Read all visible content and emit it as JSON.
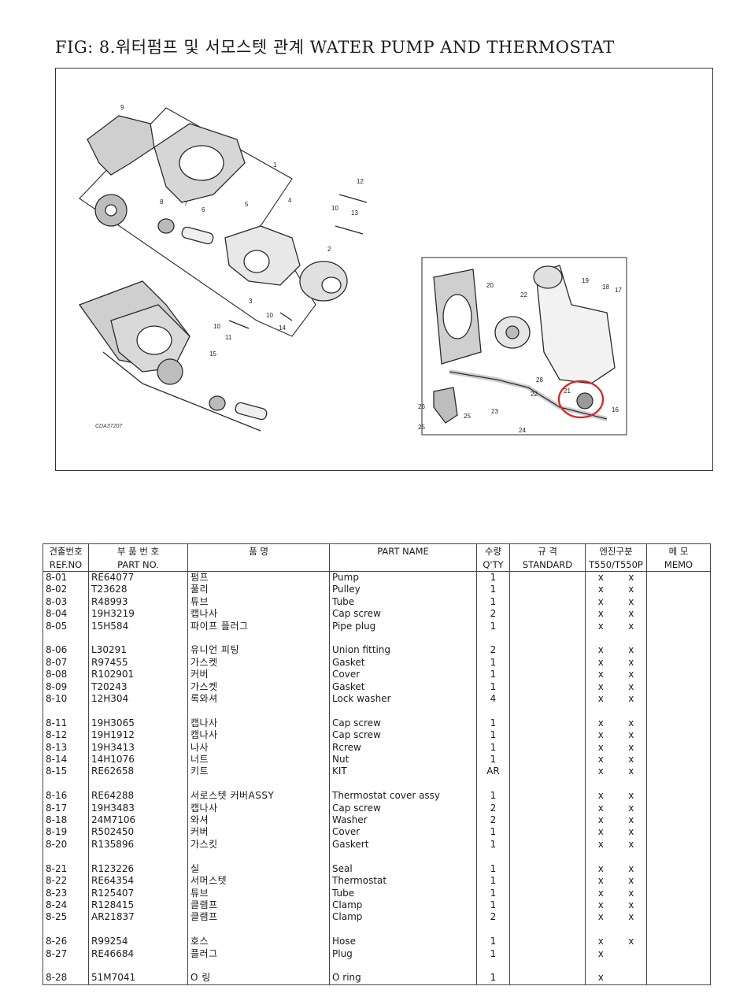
{
  "title": "FIG: 8.워터펌프 및 서모스텟 관계 WATER PUMP AND THERMOSTAT",
  "figure": {
    "code": "CDA37207",
    "callouts": [
      "1",
      "2",
      "3",
      "4",
      "5",
      "6",
      "7",
      "8",
      "9",
      "10",
      "11",
      "12",
      "13",
      "14",
      "15",
      "16",
      "17",
      "18",
      "19",
      "20",
      "21",
      "22",
      "23",
      "24",
      "25",
      "26",
      "28"
    ],
    "highlight_color": "#e02020"
  },
  "table": {
    "headers_top": [
      "견출번호",
      "부 품 번 호",
      "품          명",
      "PART     NAME",
      "수량",
      "규   격",
      "엔진구분",
      "메   모"
    ],
    "headers_bottom": [
      "REF.NO",
      "PART NO.",
      "",
      "",
      "Q'TY",
      "STANDARD",
      "T550/T550P",
      "MEMO"
    ],
    "rows": [
      {
        "ref": "8-01",
        "part": "RE64077",
        "kr": "펌프",
        "name": "Pump",
        "qty": "1",
        "a": "x",
        "b": "x"
      },
      {
        "ref": "8-02",
        "part": "T23628",
        "kr": "풀리",
        "name": "Pulley",
        "qty": "1",
        "a": "x",
        "b": "x"
      },
      {
        "ref": "8-03",
        "part": "R48993",
        "kr": "튜브",
        "name": "Tube",
        "qty": "1",
        "a": "x",
        "b": "x"
      },
      {
        "ref": "8-04",
        "part": "19H3219",
        "kr": "캡나사",
        "name": "Cap screw",
        "qty": "2",
        "a": "x",
        "b": "x"
      },
      {
        "ref": "8-05",
        "part": "15H584",
        "kr": "파이프 플러그",
        "name": "Pipe plug",
        "qty": "1",
        "a": "x",
        "b": "x"
      },
      {
        "gap": true
      },
      {
        "ref": "8-06",
        "part": "L30291",
        "kr": "유니언 피팅",
        "name": "Union fitting",
        "qty": "2",
        "a": "x",
        "b": "x"
      },
      {
        "ref": "8-07",
        "part": "R97455",
        "kr": "가스켓",
        "name": "Gasket",
        "qty": "1",
        "a": "x",
        "b": "x"
      },
      {
        "ref": "8-08",
        "part": "R102901",
        "kr": "커버",
        "name": "Cover",
        "qty": "1",
        "a": "x",
        "b": "x"
      },
      {
        "ref": "8-09",
        "part": "T20243",
        "kr": "가스켓",
        "name": "Gasket",
        "qty": "1",
        "a": "x",
        "b": "x"
      },
      {
        "ref": "8-10",
        "part": "12H304",
        "kr": "록와셔",
        "name": "Lock washer",
        "qty": "4",
        "a": "x",
        "b": "x"
      },
      {
        "gap": true
      },
      {
        "ref": "8-11",
        "part": "19H3065",
        "kr": "캡나사",
        "name": "Cap screw",
        "qty": "1",
        "a": "x",
        "b": "x"
      },
      {
        "ref": "8-12",
        "part": "19H1912",
        "kr": "캡나사",
        "name": "Cap screw",
        "qty": "1",
        "a": "x",
        "b": "x"
      },
      {
        "ref": "8-13",
        "part": "19H3413",
        "kr": "나사",
        "name": "Rcrew",
        "qty": "1",
        "a": "x",
        "b": "x"
      },
      {
        "ref": "8-14",
        "part": "14H1076",
        "kr": "너트",
        "name": "Nut",
        "qty": "1",
        "a": "x",
        "b": "x"
      },
      {
        "ref": "8-15",
        "part": "RE62658",
        "kr": "키트",
        "name": "KIT",
        "qty": "AR",
        "a": "x",
        "b": "x"
      },
      {
        "gap": true
      },
      {
        "ref": "8-16",
        "part": "RE64288",
        "kr": "서로스텟 커버ASSY",
        "name": "Thermostat cover assy",
        "qty": "1",
        "a": "x",
        "b": "x"
      },
      {
        "ref": "8-17",
        "part": "19H3483",
        "kr": "캡나사",
        "name": "Cap screw",
        "qty": "2",
        "a": "x",
        "b": "x"
      },
      {
        "ref": "8-18",
        "part": "24M7106",
        "kr": "와셔",
        "name": "Washer",
        "qty": "2",
        "a": "x",
        "b": "x"
      },
      {
        "ref": "8-19",
        "part": "R502450",
        "kr": "커버",
        "name": "Cover",
        "qty": "1",
        "a": "x",
        "b": "x"
      },
      {
        "ref": "8-20",
        "part": "R135896",
        "kr": "가스킷",
        "name": "Gaskert",
        "qty": "1",
        "a": "x",
        "b": "x"
      },
      {
        "gap": true
      },
      {
        "ref": "8-21",
        "part": "R123226",
        "kr": "실",
        "name": "Seal",
        "qty": "1",
        "a": "x",
        "b": "x"
      },
      {
        "ref": "8-22",
        "part": "RE64354",
        "kr": "서머스텟",
        "name": "Thermostat",
        "qty": "1",
        "a": "x",
        "b": "x"
      },
      {
        "ref": "8-23",
        "part": "R125407",
        "kr": "튜브",
        "name": "Tube",
        "qty": "1",
        "a": "x",
        "b": "x"
      },
      {
        "ref": "8-24",
        "part": "R128415",
        "kr": "클램프",
        "name": "Clamp",
        "qty": "1",
        "a": "x",
        "b": "x"
      },
      {
        "ref": "8-25",
        "part": "AR21837",
        "kr": "클램프",
        "name": "Clamp",
        "qty": "2",
        "a": "x",
        "b": "x"
      },
      {
        "gap": true
      },
      {
        "ref": "8-26",
        "part": "R99254",
        "kr": "호스",
        "name": "Hose",
        "qty": "1",
        "a": "x",
        "b": "x"
      },
      {
        "ref": "8-27",
        "part": "RE46684",
        "kr": "플러그",
        "name": "Plug",
        "qty": "1",
        "a": "x",
        "b": ""
      },
      {
        "gap": true
      },
      {
        "ref": "8-28",
        "part": "51M7041",
        "kr": "O 링",
        "name": "O ring",
        "qty": "1",
        "a": "x",
        "b": ""
      }
    ]
  }
}
